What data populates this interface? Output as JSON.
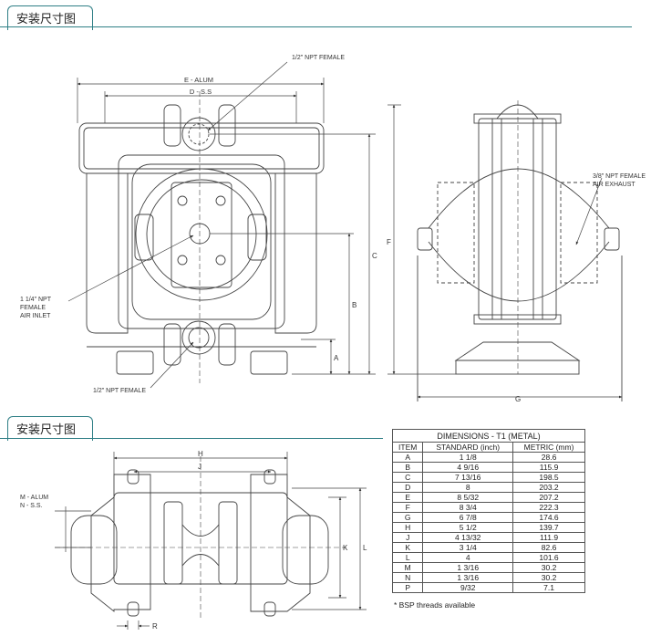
{
  "section1": {
    "title": "安装尺寸图"
  },
  "section2": {
    "title": "安装尺寸图"
  },
  "front": {
    "label_e": "E - ALUM",
    "label_d": "D - S.S",
    "label_c": "C",
    "label_b": "B",
    "label_a": "A",
    "label_f": "F",
    "callout_top": "1/2\" NPT FEMALE",
    "callout_bottom": "1/2\" NPT FEMALE",
    "callout_air": [
      "1 1/4\" NPT",
      "FEMALE",
      "AIR INLET"
    ]
  },
  "side": {
    "label_g": "G",
    "callout_exhaust": [
      "3/8\" NPT FEMALE",
      "AIR EXHAUST"
    ]
  },
  "base": {
    "label_h": "H",
    "label_j": "J",
    "label_k": "K",
    "label_l": "L",
    "label_r": "R",
    "label_m": "M - ALUM",
    "label_n": "N - S.S."
  },
  "table": {
    "caption": "DIMENSIONS - T1 (METAL)",
    "headers": [
      "ITEM",
      "STANDARD (inch)",
      "METRIC (mm)"
    ],
    "rows": [
      [
        "A",
        "1 1/8",
        "28.6"
      ],
      [
        "B",
        "4 9/16",
        "115.9"
      ],
      [
        "C",
        "7 13/16",
        "198.5"
      ],
      [
        "D",
        "8",
        "203.2"
      ],
      [
        "E",
        "8 5/32",
        "207.2"
      ],
      [
        "F",
        "8 3/4",
        "222.3"
      ],
      [
        "G",
        "6 7/8",
        "174.6"
      ],
      [
        "H",
        "5 1/2",
        "139.7"
      ],
      [
        "J",
        "4 13/32",
        "111.9"
      ],
      [
        "K",
        "3 1/4",
        "82.6"
      ],
      [
        "L",
        "4",
        "101.6"
      ],
      [
        "M",
        "1 3/16",
        "30.2"
      ],
      [
        "N",
        "1 3/16",
        "30.2"
      ],
      [
        "P",
        "9/32",
        "7.1"
      ]
    ],
    "footnote": "* BSP threads available"
  }
}
